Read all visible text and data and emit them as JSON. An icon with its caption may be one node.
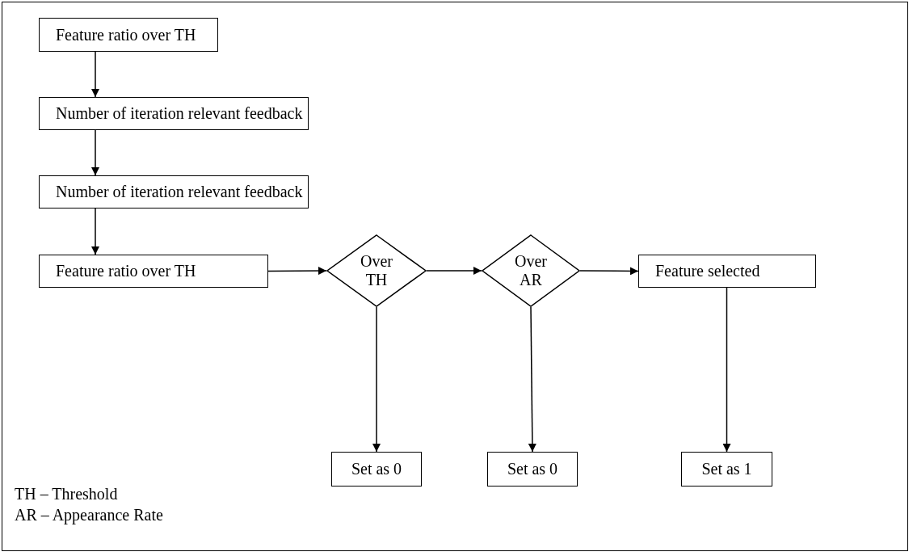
{
  "diagram": {
    "nodes": [
      {
        "text": [
          "Feature ratio over TH"
        ]
      },
      {
        "text": [
          "Number of iteration relevant feedback"
        ]
      },
      {
        "text": [
          "Number of iteration relevant feedback"
        ]
      },
      {
        "text": [
          "Feature ratio over TH"
        ]
      },
      {
        "text": [
          "Over TH"
        ]
      },
      {
        "text": [
          "Over AR"
        ]
      },
      {
        "text": [
          "Feature selected"
        ]
      },
      {
        "text": [
          "Set as 0"
        ]
      },
      {
        "text": [
          "Set as 0"
        ]
      },
      {
        "text": [
          "Set as 1"
        ]
      }
    ],
    "edges": [
      {
        "from": 0,
        "to": 1,
        "arrow": "to"
      },
      {
        "from": 1,
        "to": 2,
        "arrow": "to"
      },
      {
        "from": 2,
        "to": 3,
        "arrow": "to"
      },
      {
        "from": 3,
        "to": 4,
        "arrow": "to"
      },
      {
        "from": 4,
        "to": 5,
        "arrow": "to"
      },
      {
        "from": 5,
        "to": 6,
        "arrow": "to"
      },
      {
        "from": 4,
        "to": 7,
        "arrow": "to"
      },
      {
        "from": 5,
        "to": 8,
        "arrow": "to"
      },
      {
        "from": 6,
        "to": 9,
        "arrow": "to"
      }
    ],
    "labels": [
      "TH – Threshold",
      "AR – Appearance Rate"
    ]
  }
}
